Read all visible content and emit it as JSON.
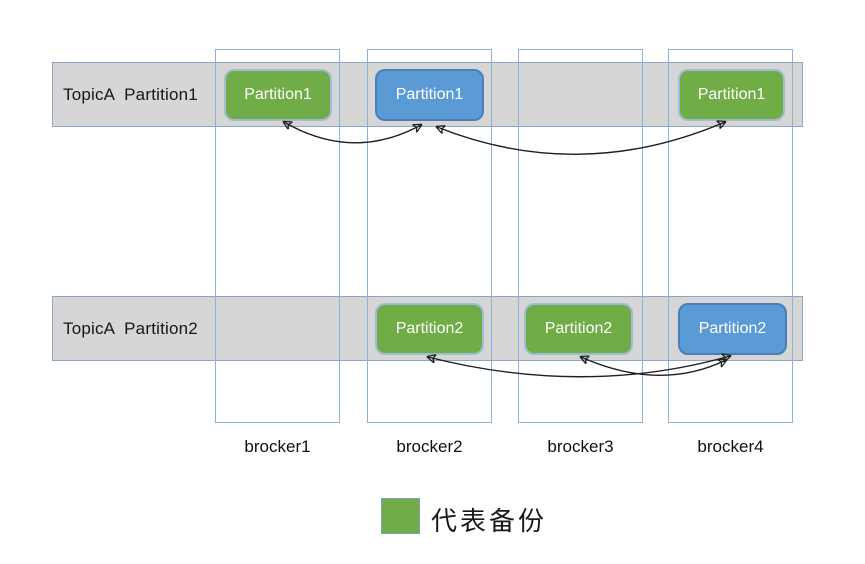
{
  "topic_rows": [
    {
      "label": "TopicA  Partition1"
    },
    {
      "label": "TopicA  Partition2"
    }
  ],
  "brokers": [
    {
      "label": "brocker1"
    },
    {
      "label": "brocker2"
    },
    {
      "label": "brocker3"
    },
    {
      "label": "brocker4"
    }
  ],
  "partitions": [
    {
      "label": "Partition1",
      "topic_row": 1,
      "broker": "brocker1",
      "variant": "green"
    },
    {
      "label": "Partition1",
      "topic_row": 1,
      "broker": "brocker2",
      "variant": "blue"
    },
    {
      "label": "Partition1",
      "topic_row": 1,
      "broker": "brocker4",
      "variant": "green"
    },
    {
      "label": "Partition2",
      "topic_row": 2,
      "broker": "brocker2",
      "variant": "green"
    },
    {
      "label": "Partition2",
      "topic_row": 2,
      "broker": "brocker3",
      "variant": "green"
    },
    {
      "label": "Partition2",
      "topic_row": 2,
      "broker": "brocker4",
      "variant": "blue"
    }
  ],
  "arrows": [
    {
      "from": "Partition1@brocker2",
      "to": "Partition1@brocker1",
      "double_headed": true
    },
    {
      "from": "Partition1@brocker2",
      "to": "Partition1@brocker4",
      "double_headed": true
    },
    {
      "from": "Partition2@brocker4",
      "to": "Partition2@brocker2",
      "double_headed": true
    },
    {
      "from": "Partition2@brocker4",
      "to": "Partition2@brocker3",
      "double_headed": true
    }
  ],
  "legend": {
    "label": "代表备份",
    "swatch_color": "#70ad47"
  },
  "colors": {
    "backup_green": "#70ad47",
    "leader_blue": "#5b9bd5",
    "band_gray": "#d6d6d6",
    "band_border": "#8ba6c6",
    "broker_border": "#8fb1d4",
    "arrow": "#1f1f1f"
  }
}
